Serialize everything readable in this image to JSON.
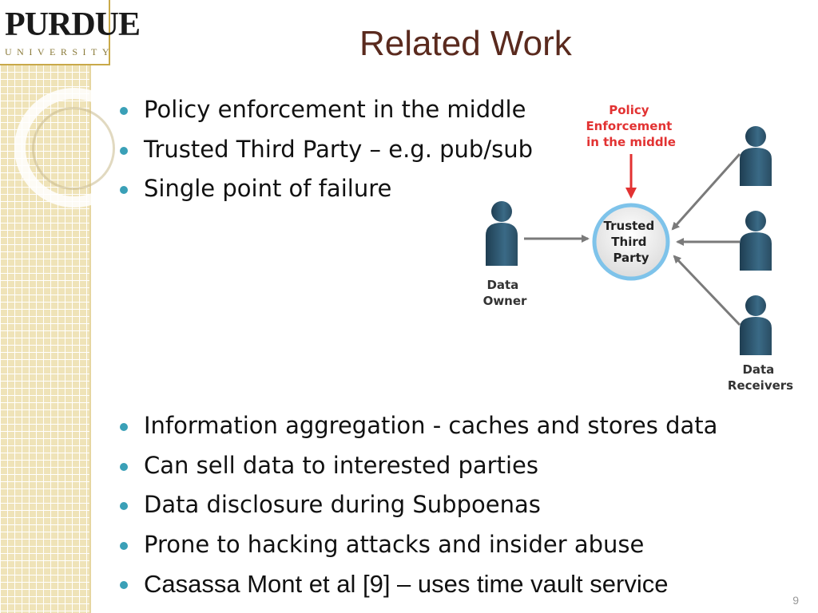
{
  "logo": {
    "top": "PURDUE",
    "bottom": "UNIVERSITY"
  },
  "slide": {
    "title": "Related Work",
    "page_number": "9"
  },
  "bullets_top": [
    "Policy enforcement in the middle",
    "Trusted Third Party – e.g. pub/sub",
    "Single point of failure"
  ],
  "bullets_bottom": [
    "Information aggregation - caches and stores data",
    "Can sell data to interested parties",
    "Data disclosure during Subpoenas",
    "Prone to hacking attacks and insider abuse",
    "Casassa Mont et al [9] – uses time vault service"
  ],
  "diagram": {
    "policy_label": [
      "Policy",
      "Enforcement",
      "in the middle"
    ],
    "center_label": [
      "Trusted",
      "Third",
      "Party"
    ],
    "owner_label": [
      "Data",
      "Owner"
    ],
    "receivers_label": [
      "Data",
      "Receivers"
    ],
    "colors": {
      "policy_text": "#e23232",
      "arrow_red": "#e23232",
      "circle_ring": "#7ec3ea",
      "person": "#2f5b74"
    }
  }
}
